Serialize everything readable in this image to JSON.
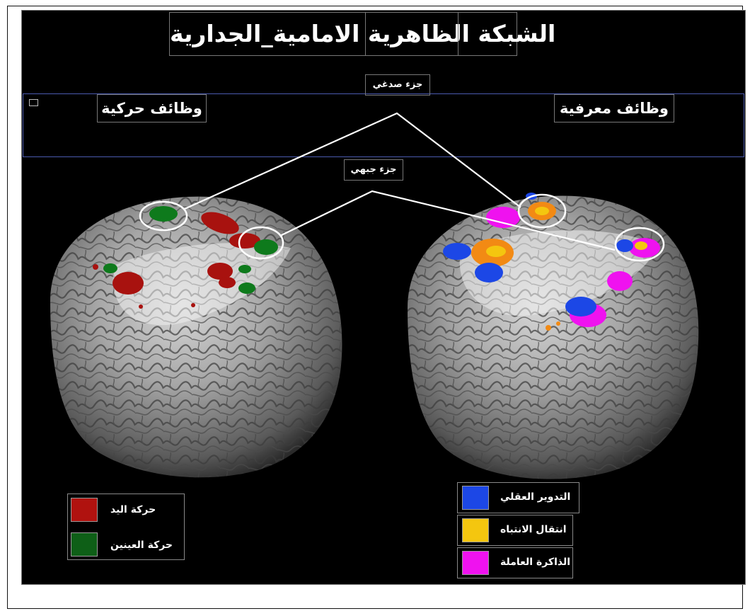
{
  "title": "الشبكة الظاهرية  الامامية_الجدارية",
  "labels": {
    "temporal_part": "جزء صدغي",
    "frontal_part": "جزء جبهي",
    "motor_functions": "وظائف حركية",
    "cognitive_functions": "وظائف معرفية"
  },
  "legend_motor": [
    {
      "label": "حركة اليد",
      "color": "#b0120f"
    },
    {
      "label": "حركة العينين",
      "color": "#0e5f17"
    }
  ],
  "legend_cognitive": [
    {
      "label": "التدوير العقلي",
      "color": "#1c47e6"
    },
    {
      "label": "انتقال الانتباه",
      "color": "#f4c60f"
    },
    {
      "label": "الذاكرة العاملة",
      "color": "#ef12ef"
    }
  ]
}
